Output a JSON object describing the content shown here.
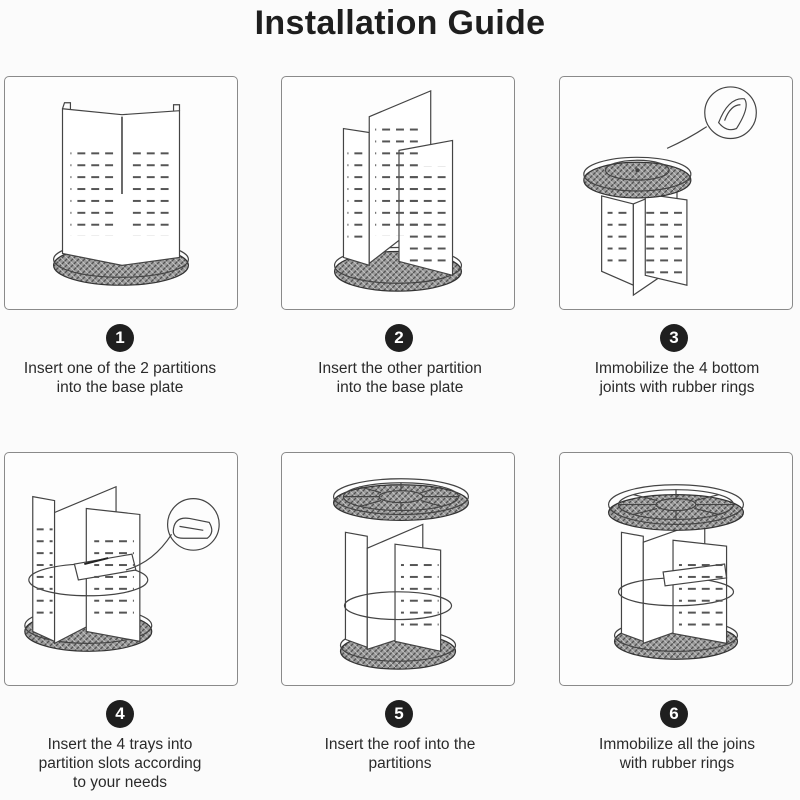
{
  "title": "Installation Guide",
  "steps": [
    {
      "number": "1",
      "lines": [
        "Insert one of the 2 partitions",
        "into the base plate"
      ]
    },
    {
      "number": "2",
      "lines": [
        "Insert the other partition",
        "into the base plate"
      ]
    },
    {
      "number": "3",
      "lines": [
        "Immobilize the 4 bottom",
        "joints with rubber rings"
      ]
    },
    {
      "number": "4",
      "lines": [
        "Insert the 4 trays into",
        "partition slots according",
        "to your needs"
      ]
    },
    {
      "number": "5",
      "lines": [
        "Insert the roof into the",
        "partitions"
      ]
    },
    {
      "number": "6",
      "lines": [
        "Immobilize all the joins",
        "with rubber rings"
      ]
    }
  ]
}
